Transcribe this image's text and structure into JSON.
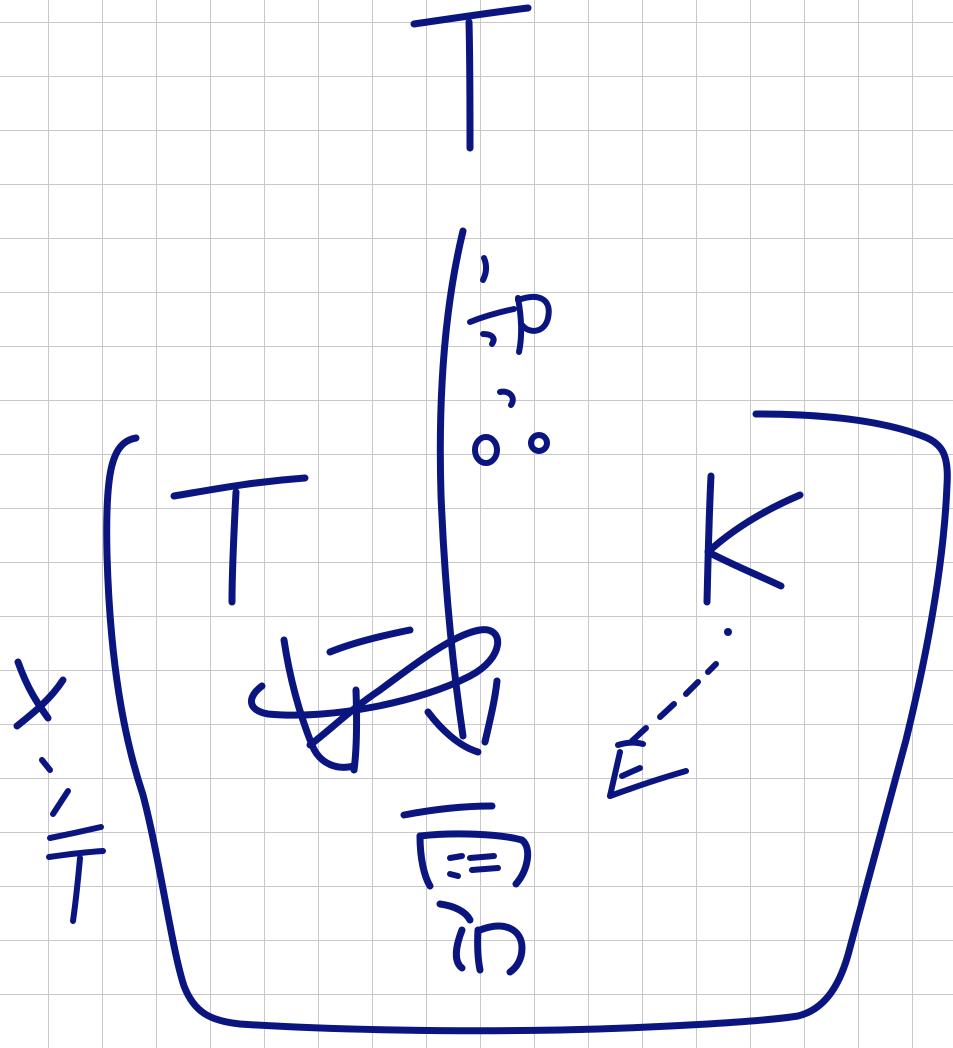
{
  "ink_color": "#0b1580",
  "grid_color": "#c7c7cc",
  "labels": {
    "top_t": "T",
    "left_t": "T",
    "right_k": "K",
    "left_x": "X",
    "middle_note": "部",
    "bottom_note": "雨"
  }
}
